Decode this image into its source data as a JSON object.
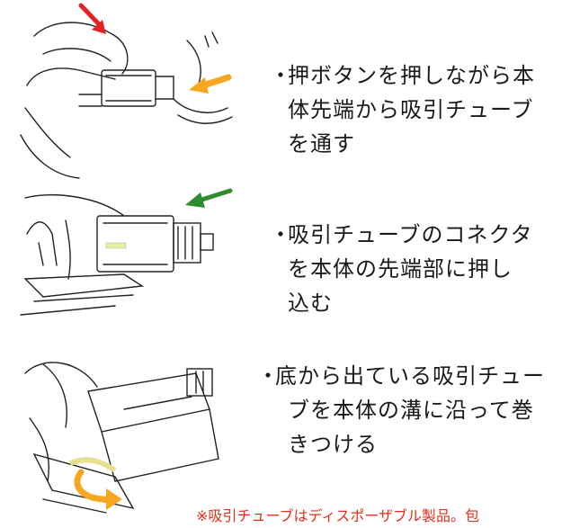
{
  "steps": [
    {
      "bullet": "・",
      "lines": [
        "押ボタンを押しながら本",
        "体先端から吸引チューブ",
        "を通す"
      ],
      "arrows": [
        {
          "icon": "red-arrow",
          "color": "#e02424"
        },
        {
          "icon": "orange-arrow",
          "color": "#f5a623"
        }
      ]
    },
    {
      "bullet": "・",
      "lines": [
        "吸引チューブのコネクタ",
        "を本体の先端部に押し",
        "込む"
      ],
      "arrows": [
        {
          "icon": "green-arrow",
          "color": "#2e8b2e"
        }
      ]
    },
    {
      "bullet": "・",
      "lines": [
        "底から出ている吸引チュー",
        "ブを本体の溝に沿って巻",
        "きつける"
      ],
      "arrows": [
        {
          "icon": "orange-curved-arrow",
          "color": "#f5a623"
        }
      ]
    }
  ],
  "footnote": "※吸引チューブはディスポーザブル製品。包"
}
